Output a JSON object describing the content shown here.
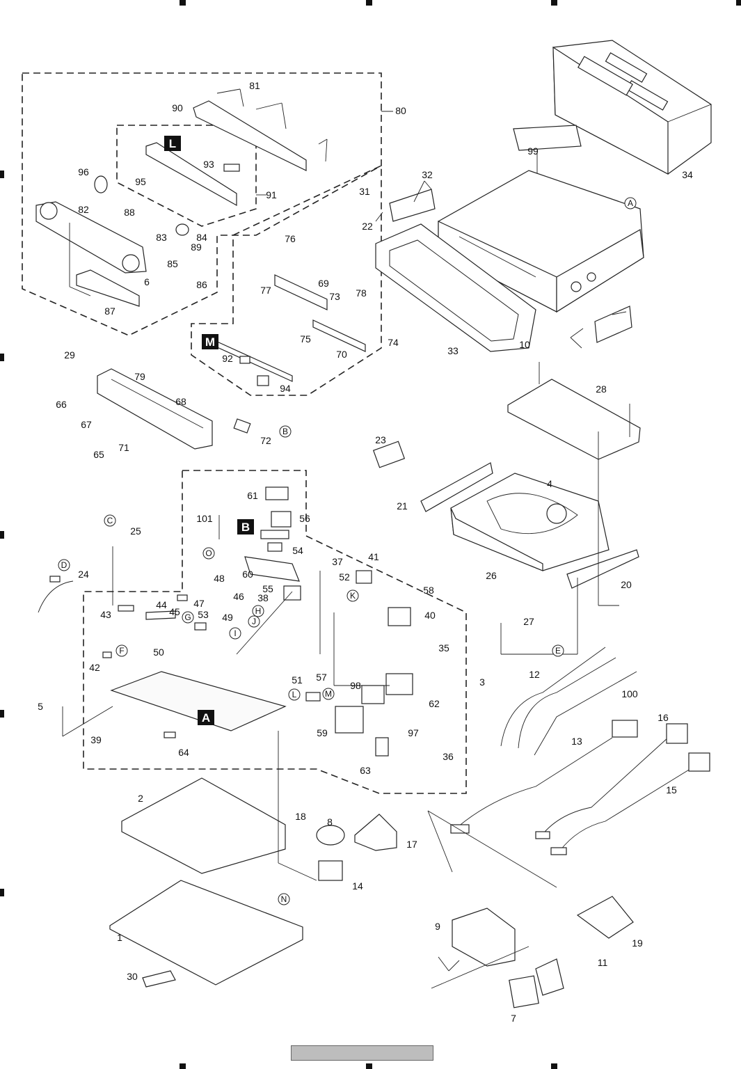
{
  "diagram": {
    "section_labels": [
      "L",
      "M",
      "B",
      "A"
    ],
    "part_numbers": [
      "1",
      "2",
      "3",
      "4",
      "5",
      "6",
      "7",
      "8",
      "9",
      "10",
      "11",
      "12",
      "13",
      "14",
      "15",
      "16",
      "17",
      "18",
      "19",
      "20",
      "21",
      "22",
      "23",
      "24",
      "25",
      "26",
      "27",
      "28",
      "29",
      "30",
      "31",
      "32",
      "33",
      "34",
      "35",
      "36",
      "37",
      "38",
      "39",
      "40",
      "41",
      "42",
      "43",
      "44",
      "45",
      "46",
      "47",
      "48",
      "49",
      "50",
      "51",
      "52",
      "53",
      "54",
      "55",
      "56",
      "57",
      "58",
      "59",
      "60",
      "61",
      "62",
      "63",
      "64",
      "65",
      "66",
      "67",
      "68",
      "69",
      "70",
      "71",
      "72",
      "73",
      "74",
      "75",
      "76",
      "77",
      "78",
      "79",
      "80",
      "81",
      "82",
      "83",
      "84",
      "85",
      "86",
      "87",
      "88",
      "89",
      "90",
      "91",
      "92",
      "93",
      "94",
      "95",
      "96",
      "97",
      "98",
      "99",
      "100",
      "101"
    ],
    "connection_letters": [
      "A",
      "B",
      "C",
      "D",
      "E",
      "F",
      "G",
      "H",
      "I",
      "J",
      "K",
      "L",
      "M",
      "N",
      "O"
    ]
  }
}
